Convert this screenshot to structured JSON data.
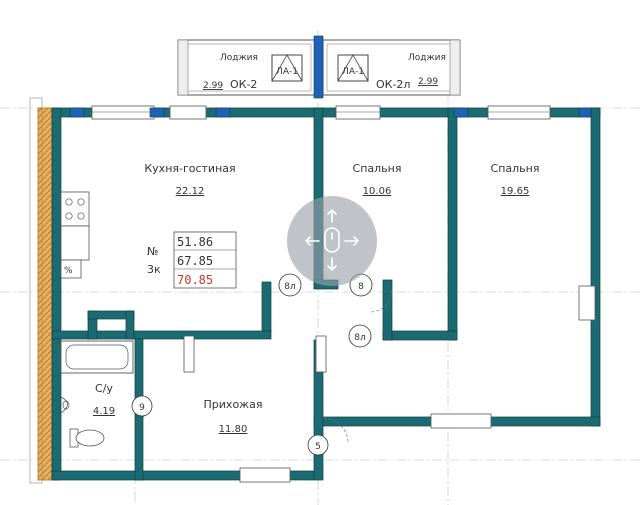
{
  "colors": {
    "wall": "#1c6b73",
    "wall_outline": "#0e3f45",
    "accent_blue": "#1e62b8",
    "brick": "#d79a3c",
    "red_value": "#c0392b",
    "overlay": "#9aa0a6"
  },
  "loggias": [
    {
      "title": "Лоджия",
      "area": "2.99",
      "window": "ОК-2",
      "panel": "ЛА-1"
    },
    {
      "title": "Лоджия",
      "area": "2.99",
      "window": "ОК-2л",
      "panel": "ЛА-1"
    }
  ],
  "rooms": {
    "kitchen": {
      "name": "Кухня-гостиная",
      "area": "22.12"
    },
    "bedroom1": {
      "name": "Спальня",
      "area": "10.06"
    },
    "bedroom2": {
      "name": "Спальня",
      "area": "19.65"
    },
    "bathroom": {
      "name": "С/у",
      "area": "4.19"
    },
    "hallway": {
      "name": "Прихожая",
      "area": "11.80"
    }
  },
  "plate": {
    "no_label": "№",
    "rooms_label": "3к",
    "living_area": "51.86",
    "total_area": "67.85",
    "total_with_loggia": "70.85"
  },
  "door_marks": [
    "8л",
    "8",
    "8л",
    "9",
    "5"
  ],
  "view_control": {
    "icon": "move-arrows-icon"
  }
}
